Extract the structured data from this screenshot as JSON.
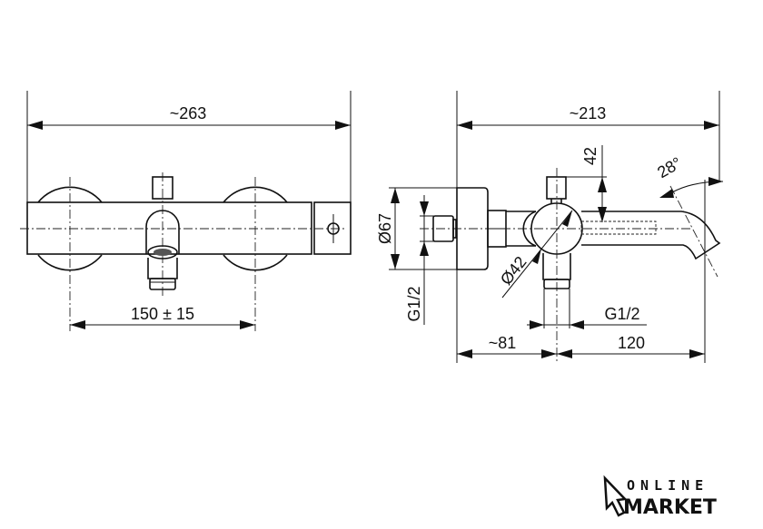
{
  "front_view": {
    "overall_width": "~263",
    "wall_spacing": "150 ± 15"
  },
  "side_view": {
    "overall_depth": "~213",
    "plate_diameter": "Ø67",
    "inlet_thread": "G1/2",
    "body_diameter": "Ø42",
    "cap_height": "42",
    "spout_angle": "28°",
    "outlet_thread": "G1/2",
    "wall_to_outlet": "~81",
    "outlet_to_spout": "120"
  },
  "logo": {
    "line1": "ONLINE",
    "line2": "MARKET"
  }
}
